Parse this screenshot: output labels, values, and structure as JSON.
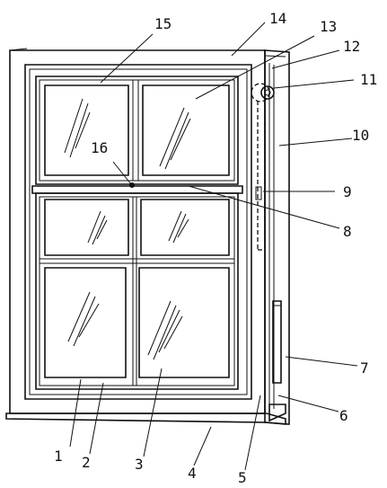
{
  "figure": {
    "labels": [
      {
        "id": "l1",
        "text": "1"
      },
      {
        "id": "l2",
        "text": "2"
      },
      {
        "id": "l3",
        "text": "3"
      },
      {
        "id": "l4",
        "text": "4"
      },
      {
        "id": "l5",
        "text": "5"
      },
      {
        "id": "l6",
        "text": "6"
      },
      {
        "id": "l7",
        "text": "7"
      },
      {
        "id": "l8",
        "text": "8"
      },
      {
        "id": "l9",
        "text": "9"
      },
      {
        "id": "l10",
        "text": "10"
      },
      {
        "id": "l11",
        "text": "11"
      },
      {
        "id": "l12",
        "text": "12"
      },
      {
        "id": "l13",
        "text": "13"
      },
      {
        "id": "l14",
        "text": "14"
      },
      {
        "id": "l15",
        "text": "15"
      },
      {
        "id": "l16",
        "text": "16"
      }
    ]
  }
}
